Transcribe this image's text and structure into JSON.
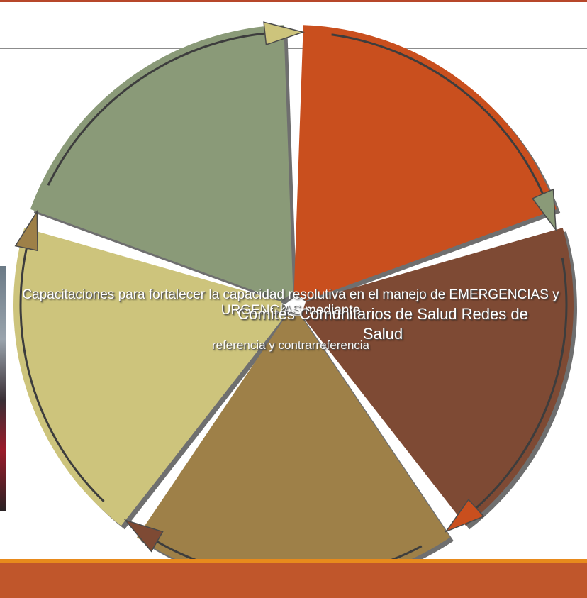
{
  "diagram": {
    "type": "cycle",
    "segment_colors": [
      "#c94f1e",
      "#7e4a34",
      "#9e8048",
      "#cdc47c",
      "#8a9a78"
    ],
    "labels": {
      "line1": "Capacitaciones para fortalecer la capacidad resolutiva en el manejo de EMERGENCIAS y URGENCIAS mediante",
      "line2": "Comités Comunitarios de Salud Redes de Salud",
      "line3": "referencia y contrarreferencia"
    }
  }
}
